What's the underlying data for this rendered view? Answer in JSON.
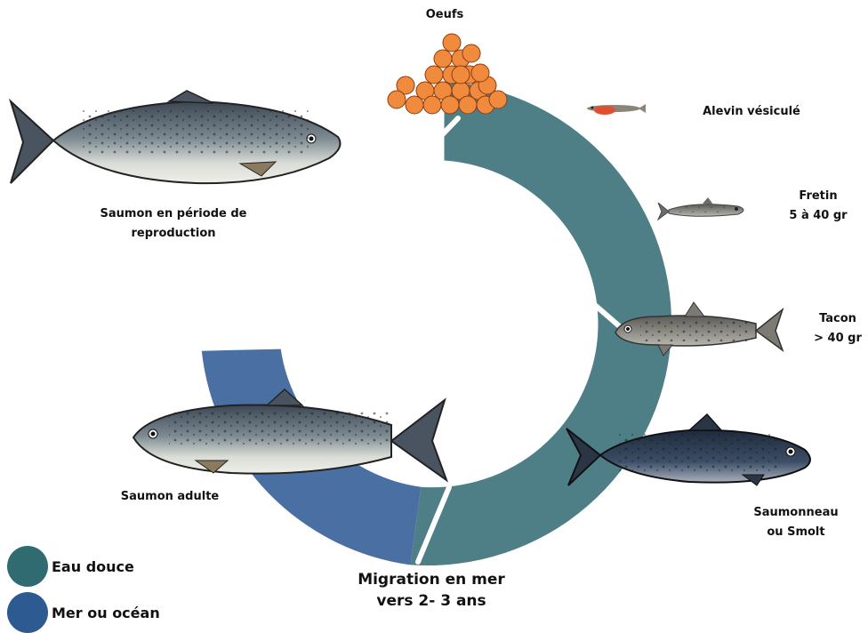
{
  "colors": {
    "fresh_water": "#4f7f86",
    "sea": "#4a6fa3",
    "legend_fresh": "#2f6b70",
    "legend_sea": "#2d5a91",
    "egg": "#f08a3c"
  },
  "stages": {
    "eggs": "Oeufs",
    "alevin": "Alevin vésiculé",
    "fretin_name": "Fretin",
    "fretin_weight": "5 à 40 gr",
    "tacon_name": "Tacon",
    "tacon_weight": "> 40 gr",
    "smolt_line1": "Saumonneau",
    "smolt_line2": "ou Smolt",
    "adult": "Saumon adulte",
    "spawning_line1": "Saumon en période de",
    "spawning_line2": "reproduction"
  },
  "migration": {
    "line1": "Migration en mer",
    "line2": "vers 2- 3 ans"
  },
  "legend": {
    "fresh_water": "Eau douce",
    "sea": "Mer ou océan"
  }
}
